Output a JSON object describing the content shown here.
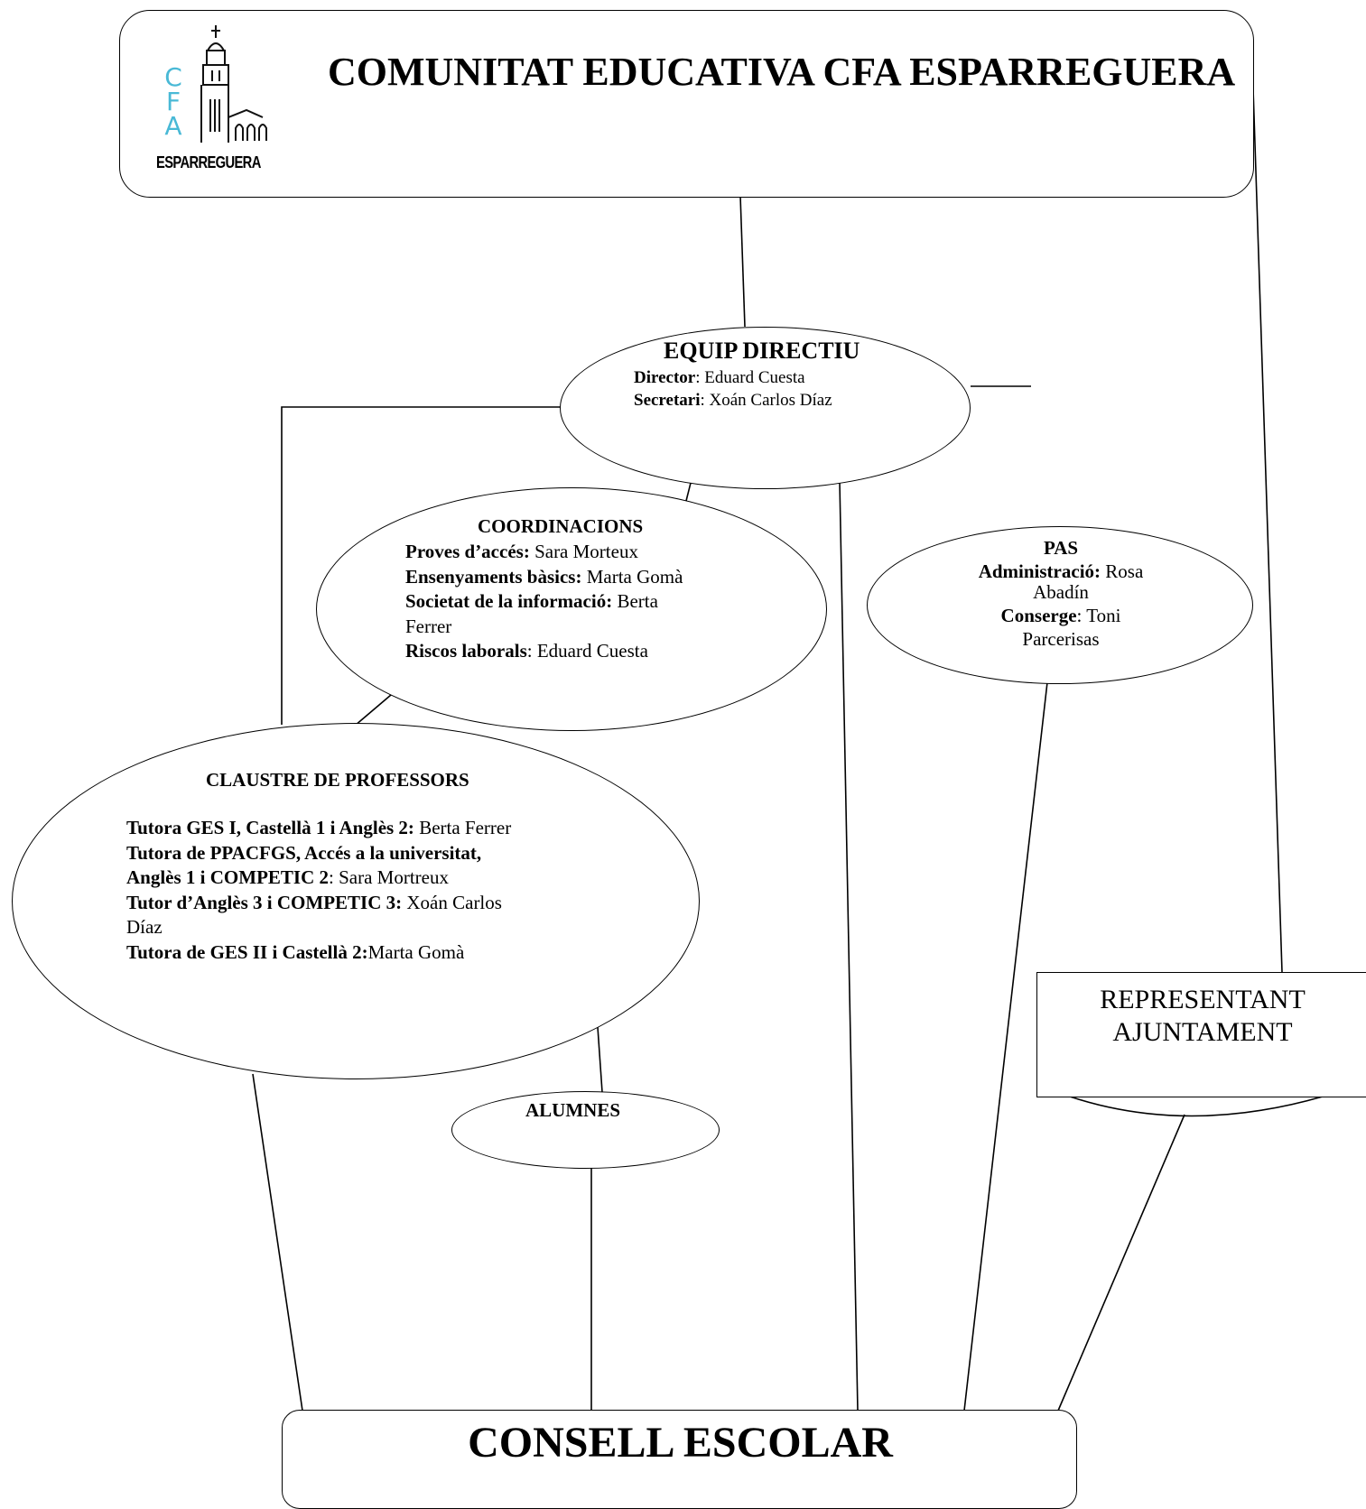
{
  "header": {
    "title": "COMUNITAT EDUCATIVA CFA ESPARREGUERA",
    "logo": {
      "letters": "CFA",
      "wordmark": "ESPARREGUERA",
      "accent": "#49b9d6"
    }
  },
  "equip_directiu": {
    "title": "EQUIP DIRECTIU",
    "rows": [
      {
        "label": "Director",
        "value": ": Eduard Cuesta"
      },
      {
        "label": "Secretari",
        "value": ": Xoán Carlos Díaz"
      }
    ]
  },
  "coordinacions": {
    "title": "COORDINACIONS",
    "rows": [
      {
        "label": "Proves d’accés:",
        "value": " Sara Morteux"
      },
      {
        "label": "Ensenyaments bàsics:",
        "value": " Marta Gomà"
      },
      {
        "label": "Societat de la informació:",
        "value": " Berta",
        "cont": "Ferrer"
      },
      {
        "label": "Riscos laborals",
        "value": ": Eduard Cuesta"
      }
    ]
  },
  "pas": {
    "title": "PAS",
    "admin_label": "Administració:",
    "admin_value": " Rosa",
    "admin_cont": "Abadín",
    "conserge_label": "Conserge",
    "conserge_value": ": Toni",
    "conserge_cont": "Parcerisas"
  },
  "claustre": {
    "title": "CLAUSTRE DE PROFESSORS",
    "line1_label": "Tutora GES I, Castellà 1 i Anglès 2:",
    "line1_value": " Berta Ferrer",
    "line2_label": "Tutora de PPACFGS, Accés a la universitat,",
    "line3_label": "Anglès 1 i COMPETIC 2",
    "line3_value": ": Sara Mortreux",
    "line4_label": "Tutor d’Anglès 3 i COMPETIC 3:",
    "line4_value": " Xoán Carlos",
    "line5_value": "Díaz",
    "line6_label": "Tutora de GES II i Castellà 2:",
    "line6_value": "Marta Gomà"
  },
  "alumnes": {
    "title": "ALUMNES"
  },
  "representant": {
    "line1": "REPRESENTANT",
    "line2": "AJUNTAMENT"
  },
  "consell": {
    "title": "CONSELL ESCOLAR"
  }
}
